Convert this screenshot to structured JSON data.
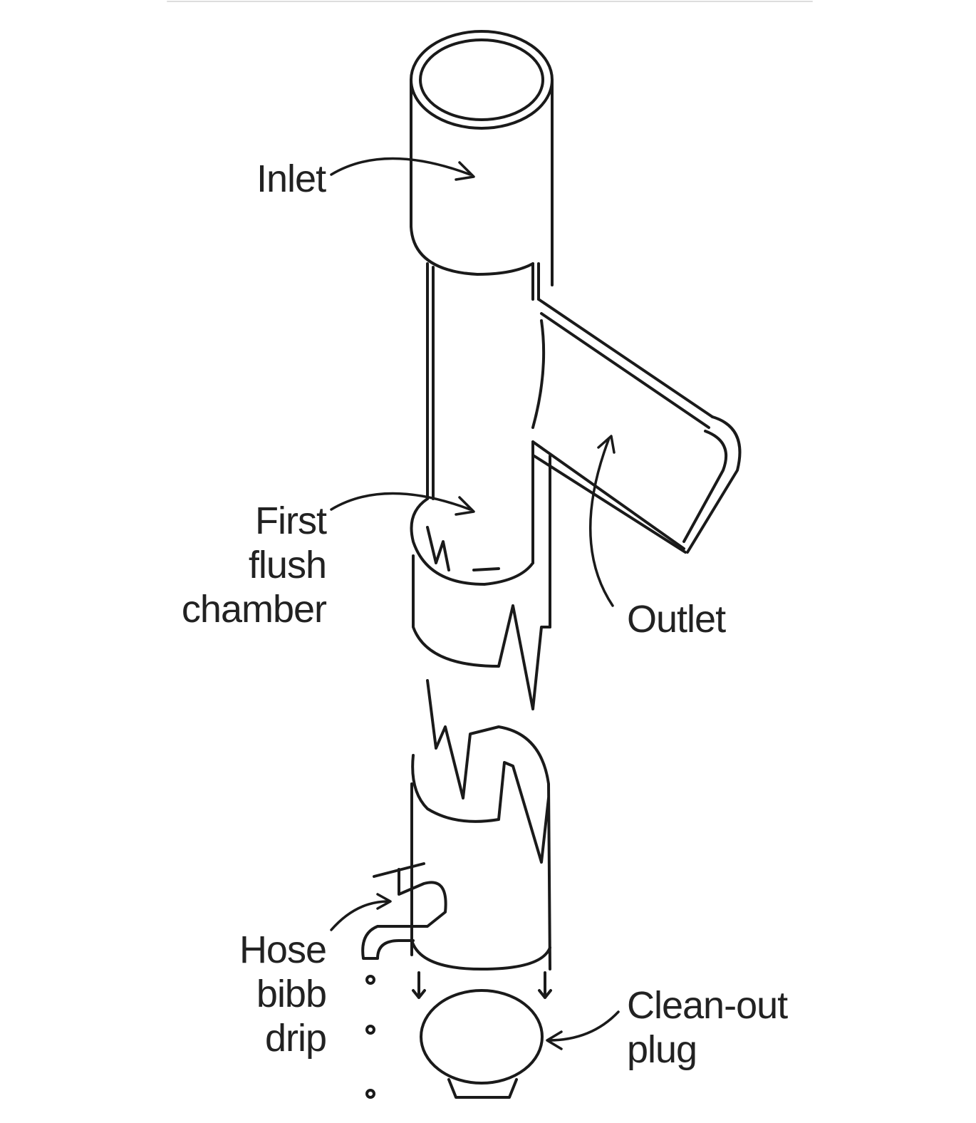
{
  "labels": {
    "inlet": "Inlet",
    "first_flush": [
      "First",
      "flush",
      "chamber"
    ],
    "outlet": "Outlet",
    "hose_bibb": [
      "Hose",
      "bibb",
      "drip"
    ],
    "clean_out": [
      "Clean-out",
      "plug"
    ]
  },
  "colors": {
    "line": "#1a1a1a",
    "background": "#ffffff"
  }
}
